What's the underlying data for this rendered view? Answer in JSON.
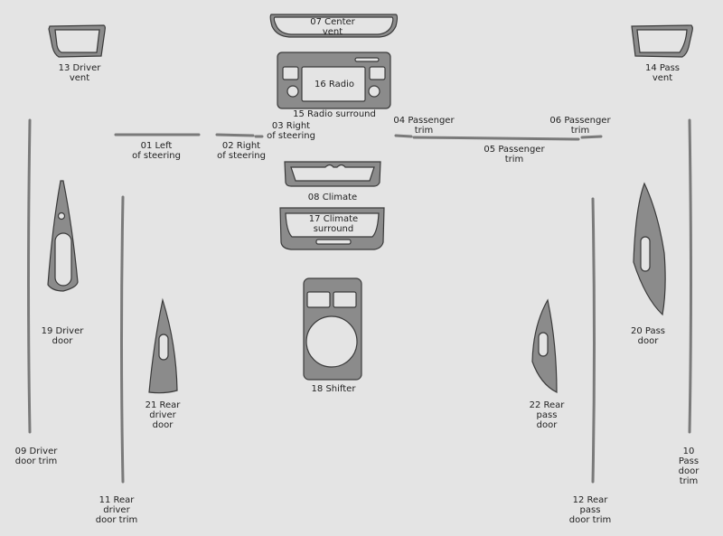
{
  "colors": {
    "background": "#e4e4e4",
    "part_fill": "#8b8b8b",
    "outline": "#3a3a3a"
  },
  "labels": {
    "p07": "07 Center\nvent",
    "p13": "13 Driver\nvent",
    "p14": "14 Pass\nvent",
    "p16": "16 Radio",
    "p15": "15 Radio surround",
    "p01": "01 Left\nof steering",
    "p02": "02 Right\nof steering",
    "p03": "03 Right\nof steering",
    "p04": "04 Passenger\ntrim",
    "p06": "06 Passenger\ntrim",
    "p05": "05 Passenger\ntrim",
    "p08": "08 Climate",
    "p17": "17 Climate\nsurround",
    "p19": "19 Driver\ndoor",
    "p20": "20 Pass\ndoor",
    "p18": "18 Shifter",
    "p21": "21 Rear\ndriver\ndoor",
    "p22": "22 Rear\npass\ndoor",
    "p09": "09 Driver\ndoor trim",
    "p10": "10 Pass\ndoor trim",
    "p11": "11 Rear\ndriver\ndoor trim",
    "p12": "12 Rear\npass\ndoor trim"
  }
}
